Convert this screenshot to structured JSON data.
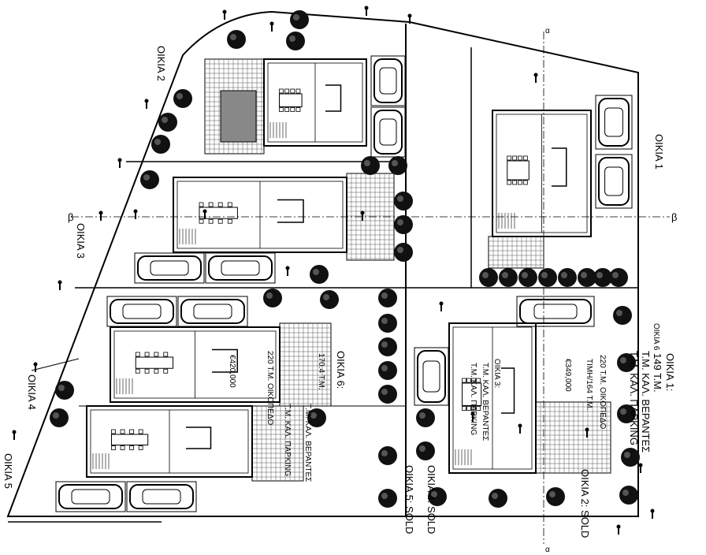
{
  "plan": {
    "house_labels": {
      "h1": "OIKIA 1",
      "h2": "OIKIA 2",
      "h3": "OIKIA 3",
      "h4": "OIKIA 4",
      "h5": "OIKIA 5",
      "h6": "OIKIA 6"
    },
    "legend": {
      "h1_title": "OIKIA 1:",
      "h1_area": "149 T.M.",
      "h1_line1": "T.M. KAΛ. BEPANTEΣ",
      "h1_line2": "T.M. KAΛ. ΠAPKING",
      "h2_status": "OIKIA 2: SOLD",
      "h4_status": "OIKIA 4: SOLD",
      "h5_status": "OIKIA 5: SOLD",
      "h6_title": "OIKIA 6:",
      "h6_area": "170.4 T.M.",
      "h6_line1": "T.M. KAΛ. BEPANTEΣ",
      "h6_line2": "T.M. KAΛ. ΠAPKING",
      "h6_plot": "220 T.M. OIKOΠEΔO",
      "h6_price": "€420,000",
      "h3_title": "OIKIA 3:",
      "h3_line1": "T.M. KAΛ. BEPANTEΣ",
      "h3_line2": "T.M. KAΛ. ΠAPKING",
      "h3_plot": "220 T.M. OIKOΠEΔO",
      "h3_price": "€349,000",
      "h3_area": "TIMH/164 T.M."
    },
    "section_marks": {
      "left": "β",
      "right": "β",
      "top": "α",
      "bottom": "α"
    }
  }
}
